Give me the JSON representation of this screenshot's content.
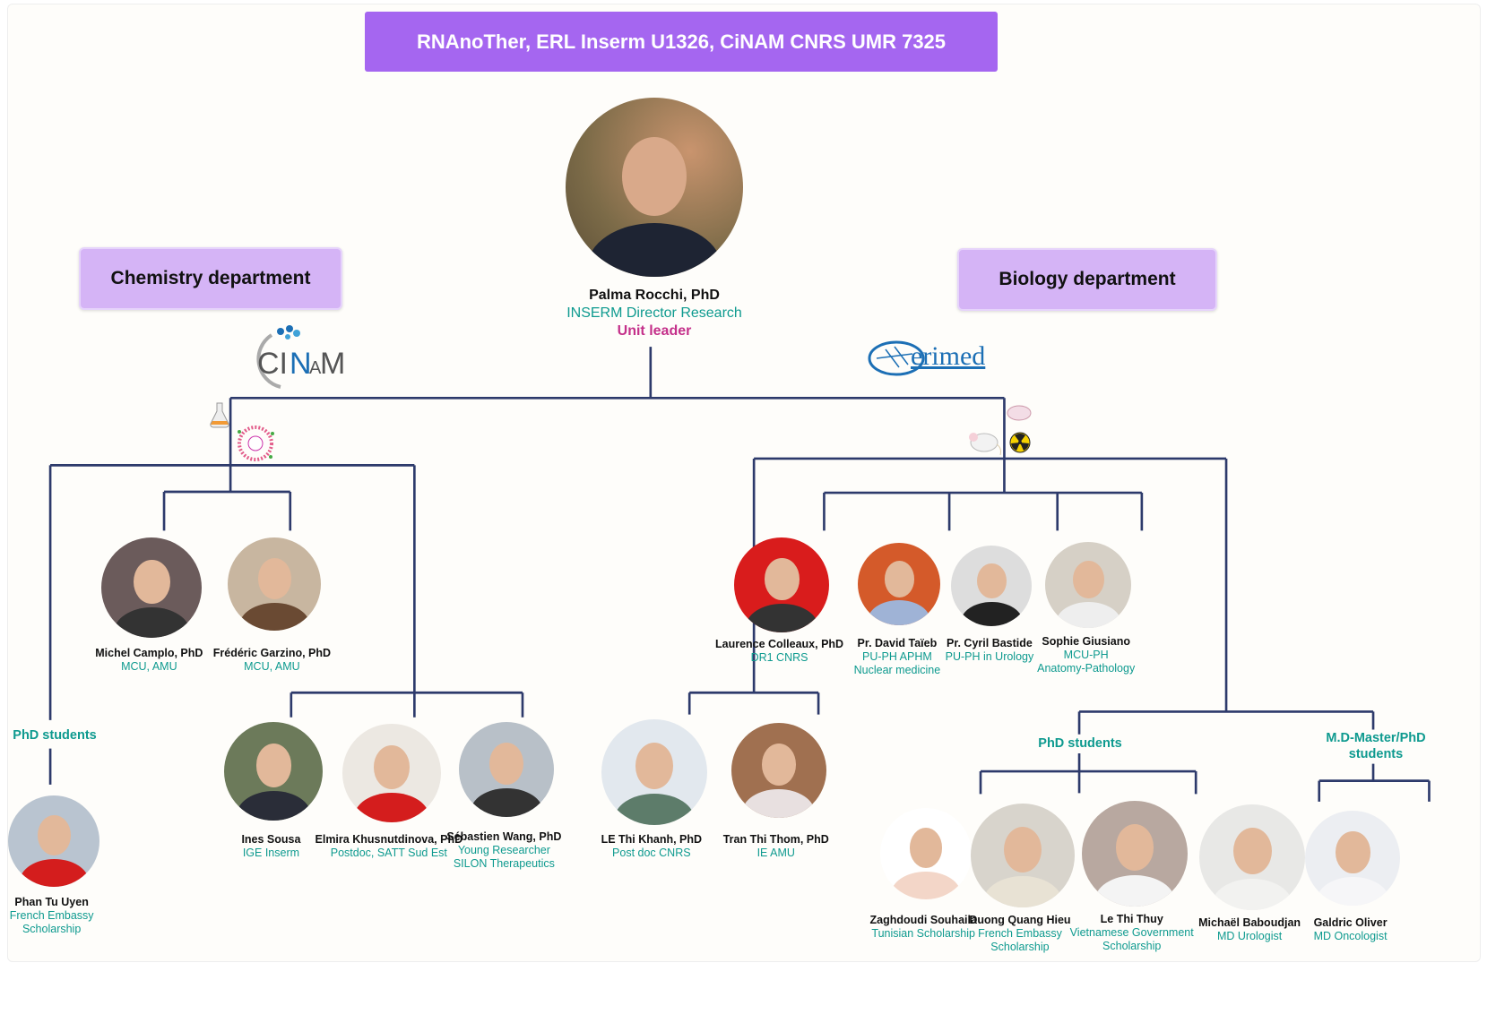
{
  "title": "RNAnoTher, ERL Inserm U1326, CiNAM CNRS UMR 7325",
  "departments": {
    "chemistry": "Chemistry department",
    "biology": "Biology department"
  },
  "logos": {
    "cinam": "CINaM",
    "erimed": "erimed"
  },
  "leader": {
    "name": "Palma Rocchi, PhD",
    "role": "INSERM Director Research",
    "title": "Unit leader"
  },
  "groups": {
    "left_phd": "PhD students",
    "right_phd": "PhD students",
    "md_master": "M.D-Master/PhD students"
  },
  "people": [
    {
      "name": "Michel Camplo, PhD",
      "roles": [
        "MCU, AMU"
      ]
    },
    {
      "name": "Frédéric Garzino, PhD",
      "roles": [
        "MCU, AMU"
      ]
    },
    {
      "name": "Laurence Colleaux, PhD",
      "roles": [
        "DR1 CNRS"
      ]
    },
    {
      "name": "Pr. David Taïeb",
      "roles": [
        "PU-PH APHM",
        "Nuclear medicine"
      ]
    },
    {
      "name": "Pr. Cyril Bastide",
      "roles": [
        "PU-PH in Urology"
      ]
    },
    {
      "name": "Sophie Giusiano",
      "roles": [
        "MCU-PH",
        "Anatomy-Pathology"
      ]
    },
    {
      "name": "Phan Tu Uyen",
      "roles": [
        "French Embassy",
        "Scholarship"
      ]
    },
    {
      "name": "Ines Sousa",
      "roles": [
        "IGE Inserm"
      ]
    },
    {
      "name": "Elmira Khusnutdinova, PhD",
      "roles": [
        "Postdoc, SATT Sud Est"
      ]
    },
    {
      "name": "Sébastien Wang, PhD",
      "roles": [
        "Young Researcher",
        "SILON Therapeutics"
      ]
    },
    {
      "name": "LE Thi Khanh, PhD",
      "roles": [
        "Post doc CNRS"
      ]
    },
    {
      "name": "Tran Thi Thom, PhD",
      "roles": [
        "IE AMU"
      ]
    },
    {
      "name": "Zaghdoudi Souhaila",
      "roles": [
        "Tunisian Scholarship"
      ]
    },
    {
      "name": "Duong Quang Hieu",
      "roles": [
        "French Embassy",
        "Scholarship"
      ]
    },
    {
      "name": "Le Thi Thuy",
      "roles": [
        "Vietnamese Government",
        "Scholarship"
      ]
    },
    {
      "name": "Michaël Baboudjan",
      "roles": [
        "MD Urologist"
      ]
    },
    {
      "name": "Galdric Oliver",
      "roles": [
        "MD Oncologist"
      ]
    }
  ],
  "colors": {
    "banner": "#a566f0",
    "dept": "#d5b4f6",
    "role": "#0e9a8f",
    "leader_title": "#c4308a",
    "line": "#2d3a6b"
  }
}
